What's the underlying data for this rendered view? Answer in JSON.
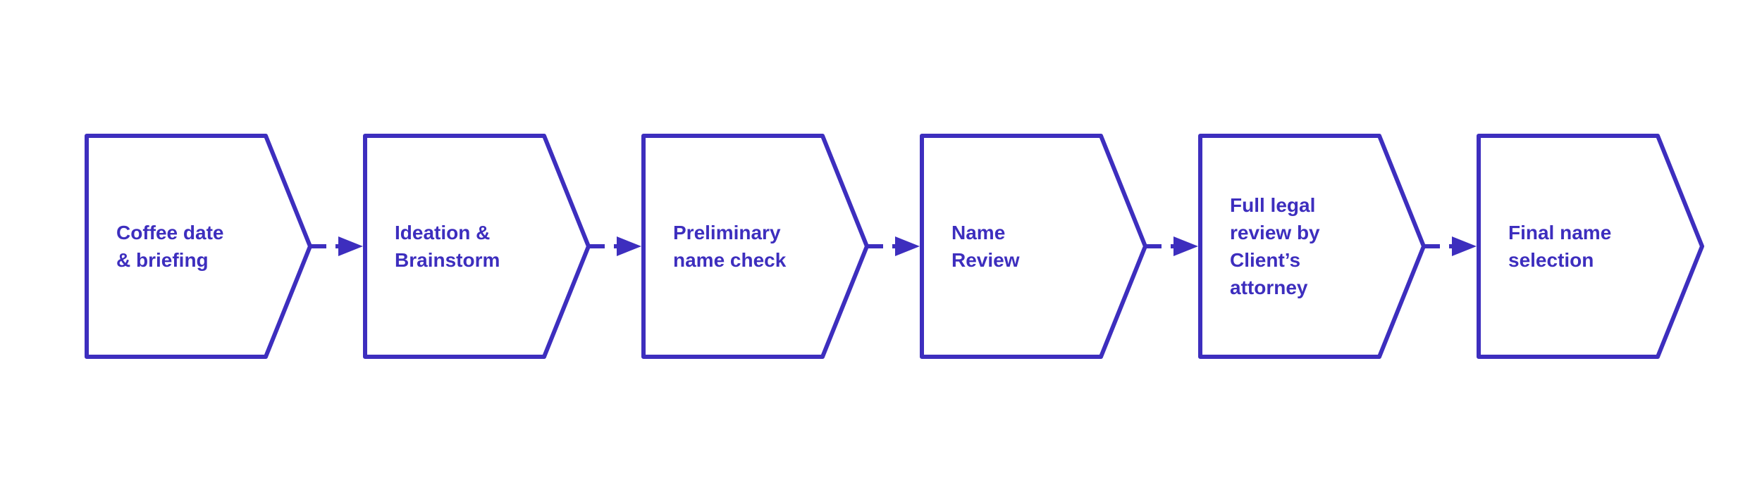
{
  "page": {
    "background_color": "#ffffff"
  },
  "diagram": {
    "type": "process-flow",
    "direction": "left-to-right",
    "accent_color": "#3D2EBE",
    "shape_fill_color": "#ffffff",
    "node_shape": "chevron-pentagon",
    "connector_style": "dashed-line-with-solid-triangle-arrowhead",
    "steps": [
      {
        "id": 1,
        "label": "Coffee date\n& briefing"
      },
      {
        "id": 2,
        "label": "Ideation &\nBrainstorm"
      },
      {
        "id": 3,
        "label": "Preliminary\nname check"
      },
      {
        "id": 4,
        "label": "Name\nReview"
      },
      {
        "id": 5,
        "label": "Full legal\nreview by\nClient’s\nattorney"
      },
      {
        "id": 6,
        "label": "Final name\nselection"
      }
    ]
  }
}
